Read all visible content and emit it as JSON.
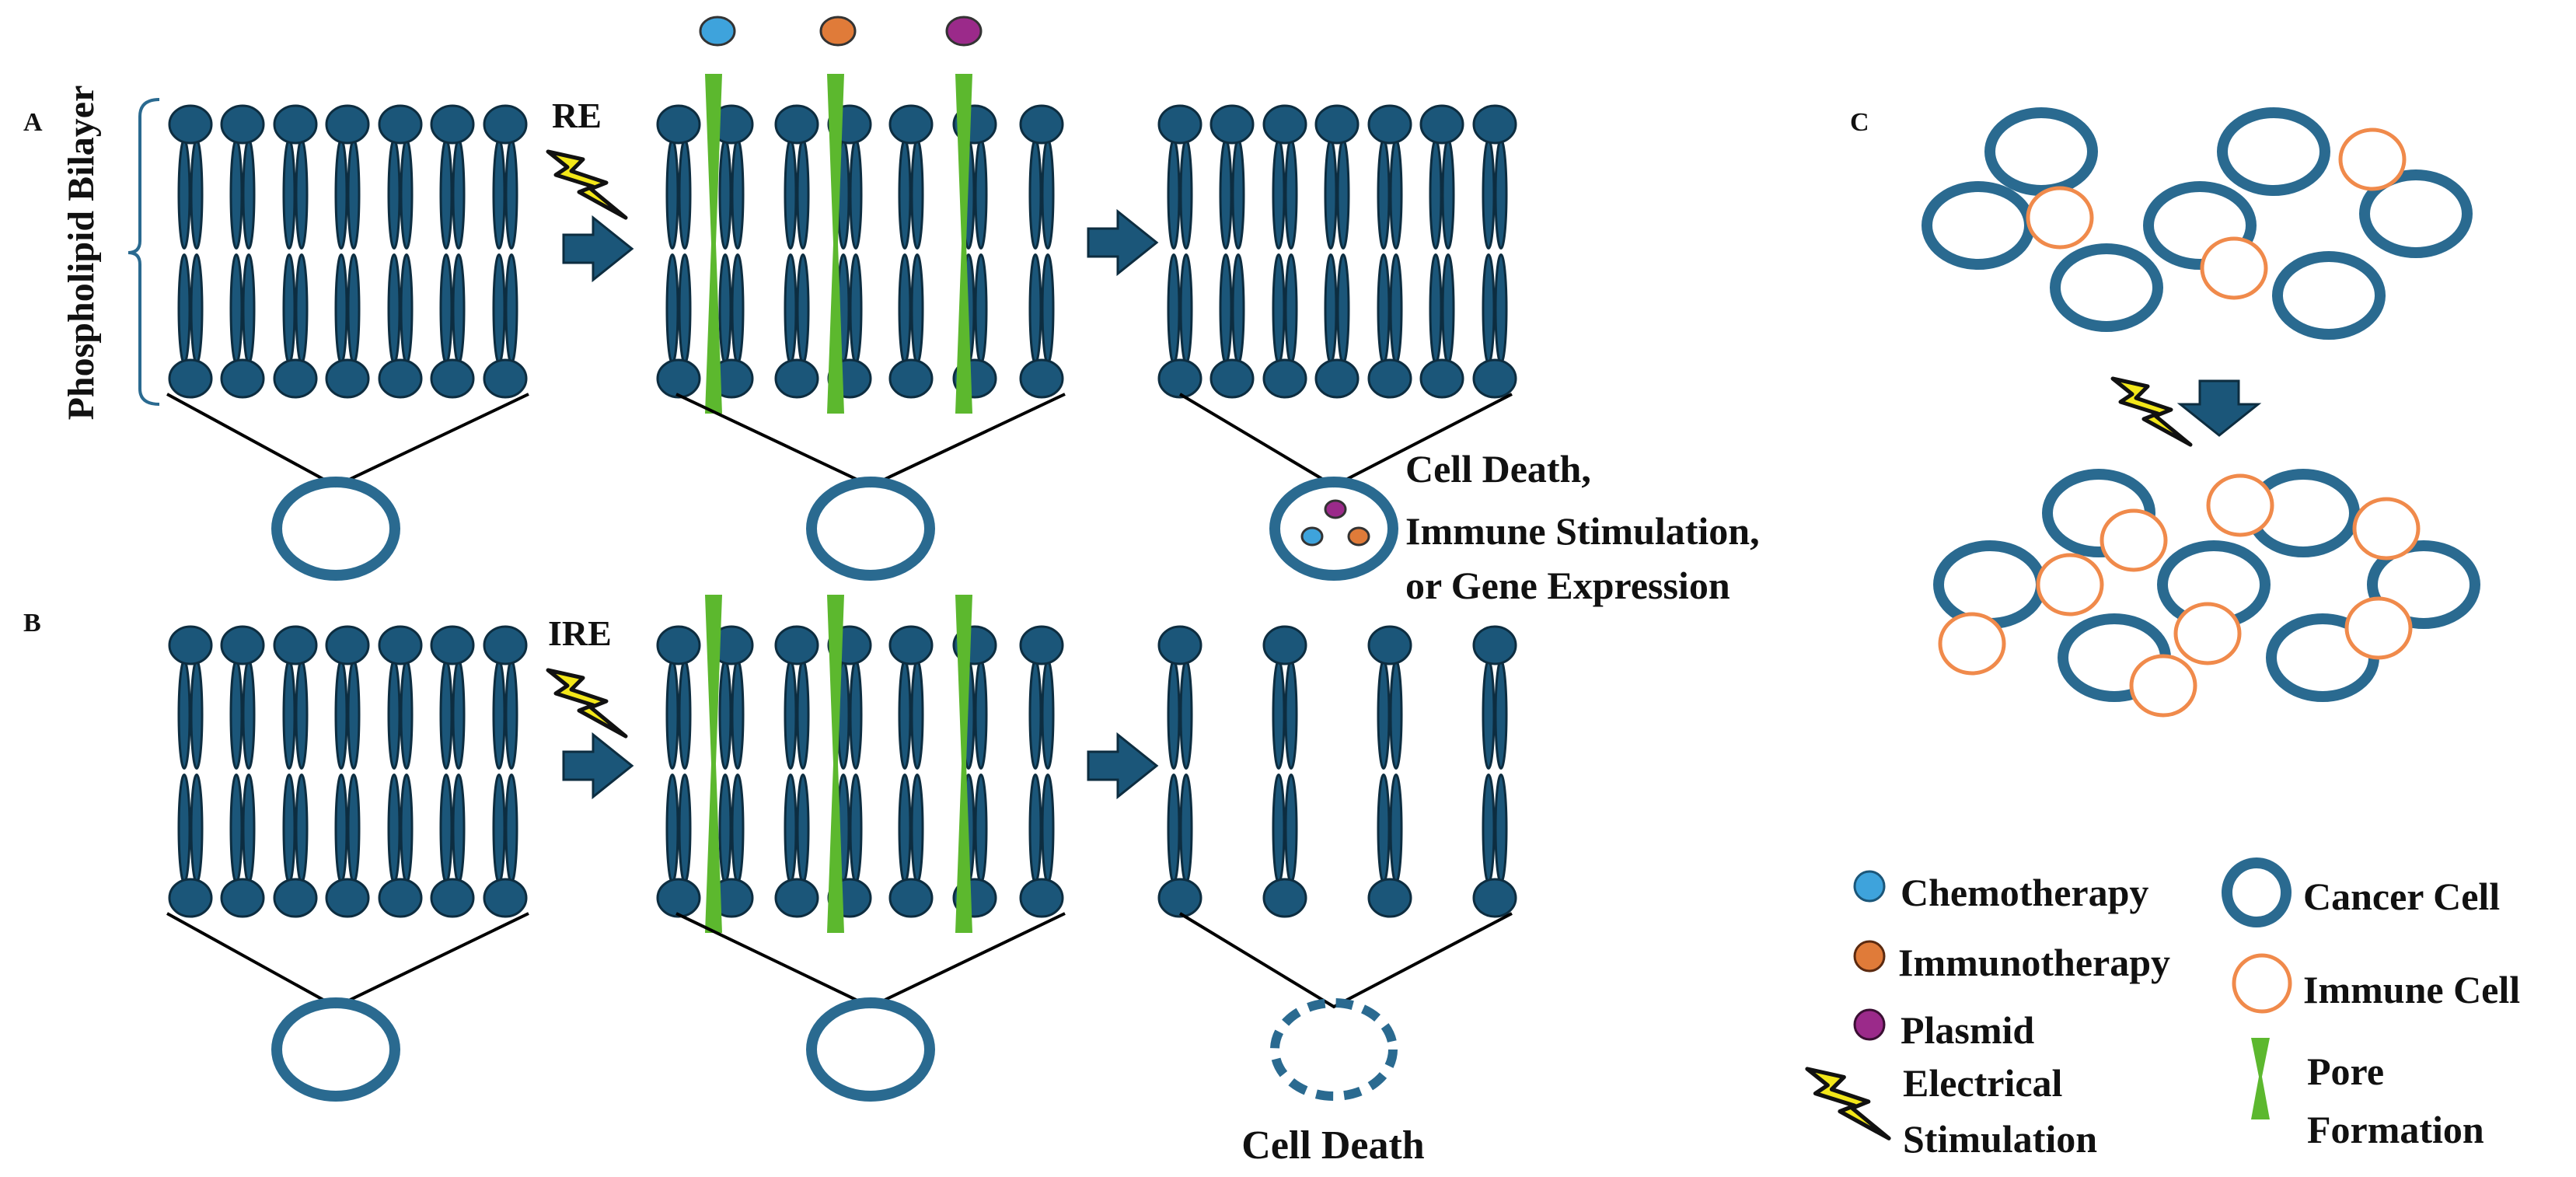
{
  "panels": {
    "a": {
      "label": "A",
      "stimulus": "RE",
      "result_lines": [
        "Cell Death,",
        "Immune Stimulation,",
        "or Gene Expression"
      ]
    },
    "b": {
      "label": "B",
      "stimulus": "IRE",
      "result": "Cell Death"
    },
    "c": {
      "label": "C"
    }
  },
  "membrane_label": "Phospholipid Bilayer",
  "legend": {
    "chemotherapy": "Chemotherapy",
    "immunotherapy": "Immunotherapy",
    "plasmid": "Plasmid",
    "electrical_lines": [
      "Electrical",
      "Stimulation"
    ],
    "cancer_cell": "Cancer Cell",
    "immune_cell": "Immune Cell",
    "pore_lines": [
      "Pore",
      "Formation"
    ]
  },
  "colors": {
    "lipid": "#1b5679",
    "cell_ring": "#2a6a90",
    "pore": "#5cb82e",
    "chemotherapy": "#3ea3dc",
    "immunotherapy": "#e07b39",
    "plasmid": "#9b2a8a",
    "immune_cell": "#f08a4b",
    "lightning": "#f3e719",
    "arrow": "#1b5679"
  },
  "icons": [
    "lightning-icon",
    "right-arrow-icon",
    "down-arrow-icon"
  ]
}
